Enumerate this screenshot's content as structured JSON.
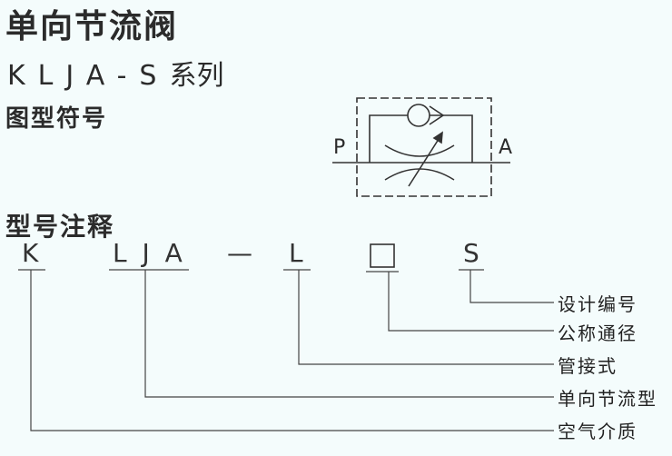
{
  "title": "单向节流阀",
  "series": {
    "code": "KLJA-S",
    "suffix": "系列"
  },
  "symbol_heading": "图型符号",
  "symbol": {
    "port_p": "P",
    "port_a": "A"
  },
  "model_heading": "型号注释",
  "model_code": {
    "k": "K",
    "lja": "L J A",
    "dash": "—",
    "l": "L",
    "s": "S"
  },
  "legend": [
    "设计编号",
    "公称通径",
    "管接式",
    "单向节流型",
    "空气介质"
  ]
}
